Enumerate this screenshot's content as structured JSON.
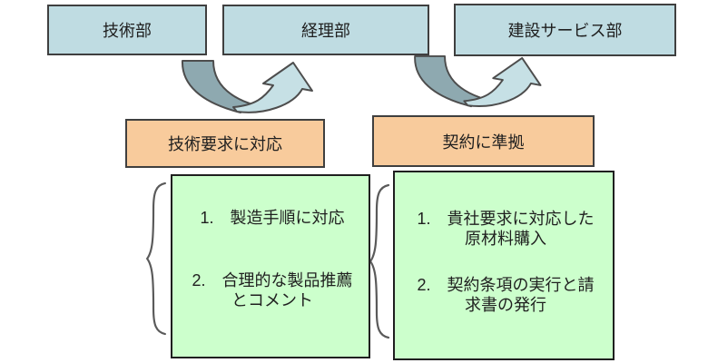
{
  "colors": {
    "background": "#ffffff",
    "text": "#1f1f1f",
    "dept_fill": "#bfdce2",
    "dept_border": "#3f3f3f",
    "process_fill": "#f8cb9c",
    "process_border": "#3f3f3f",
    "detail_fill": "#ccffcc",
    "detail_border": "#1f1f1f",
    "arrow_dark": "#8ea9b0",
    "arrow_light": "#c6e0e5",
    "arrow_outline": "#4d4d4d",
    "brace": "#5a5a5a"
  },
  "departments": [
    {
      "label": "技術部"
    },
    {
      "label": "経理部"
    },
    {
      "label": "建設サービス部"
    }
  ],
  "processes": [
    {
      "label": "技術要求に対応"
    },
    {
      "label": "契約に準拠"
    }
  ],
  "details": [
    {
      "items": [
        "1.　製造手順に対応",
        "2.　合理的な製品推薦\nとコメント"
      ]
    },
    {
      "items": [
        "1.　貴社要求に対応した\n原材料購入",
        "2.　契約条項の実行と請\n求書の発行"
      ]
    }
  ],
  "icons": {
    "arrow": "curved-uturn-arrow",
    "brace": "left-curly-brace"
  }
}
